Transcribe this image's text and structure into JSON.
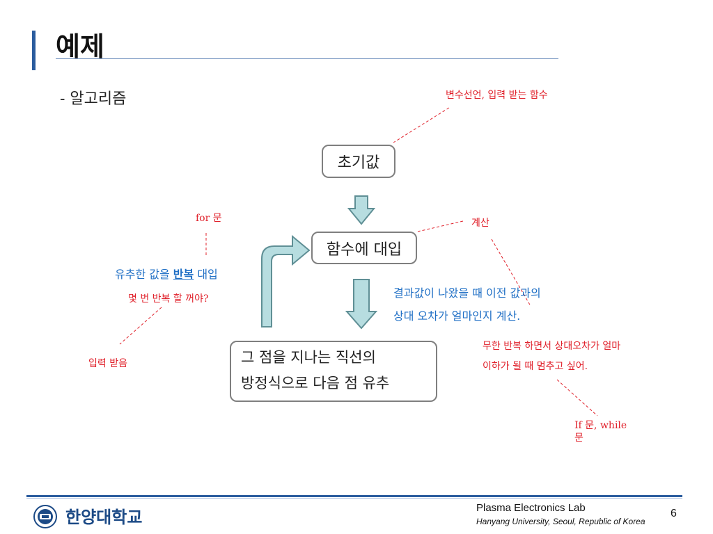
{
  "slide": {
    "title": "예제",
    "subtitle": "- 알고리즘"
  },
  "flow": {
    "box1": "초기값",
    "box2": "함수에 대입",
    "box3_line1": "그 점을 지나는 직선의",
    "box3_line2": "방정식으로 다음 점 유추"
  },
  "annotations": {
    "var_decl": "변수선언, 입력 받는 함수",
    "for_loop": "for 문",
    "calc": "계산",
    "finite_pre": "유추한 값을 ",
    "finite_em": "반복",
    "finite_post": " 대입",
    "how_many": "몇 번 반복 할 꺼야?",
    "input": "입력 받음",
    "result_line1": "결과값이 나왔을 때 이전 값과의",
    "result_line2": "상대 오차가 얼마인지 계산.",
    "infinite_line1": "무한 반복 하면서 상대오차가 얼마",
    "infinite_line2": "이하가 될 때 멈추고 싶어.",
    "if_while_line1": "If 문, while",
    "if_while_line2": "문"
  },
  "footer": {
    "university": "한양대학교",
    "lab_name": "Plasma Electronics Lab",
    "lab_address": "Hanyang University, Seoul, Republic of Korea",
    "page_number": "6"
  },
  "colors": {
    "accent_blue": "#2b5c9e",
    "arrow_fill": "#b7dde0",
    "arrow_stroke": "#5f8f95",
    "annotation_red": "#e0202a",
    "annotation_blue": "#1f6fc5"
  }
}
